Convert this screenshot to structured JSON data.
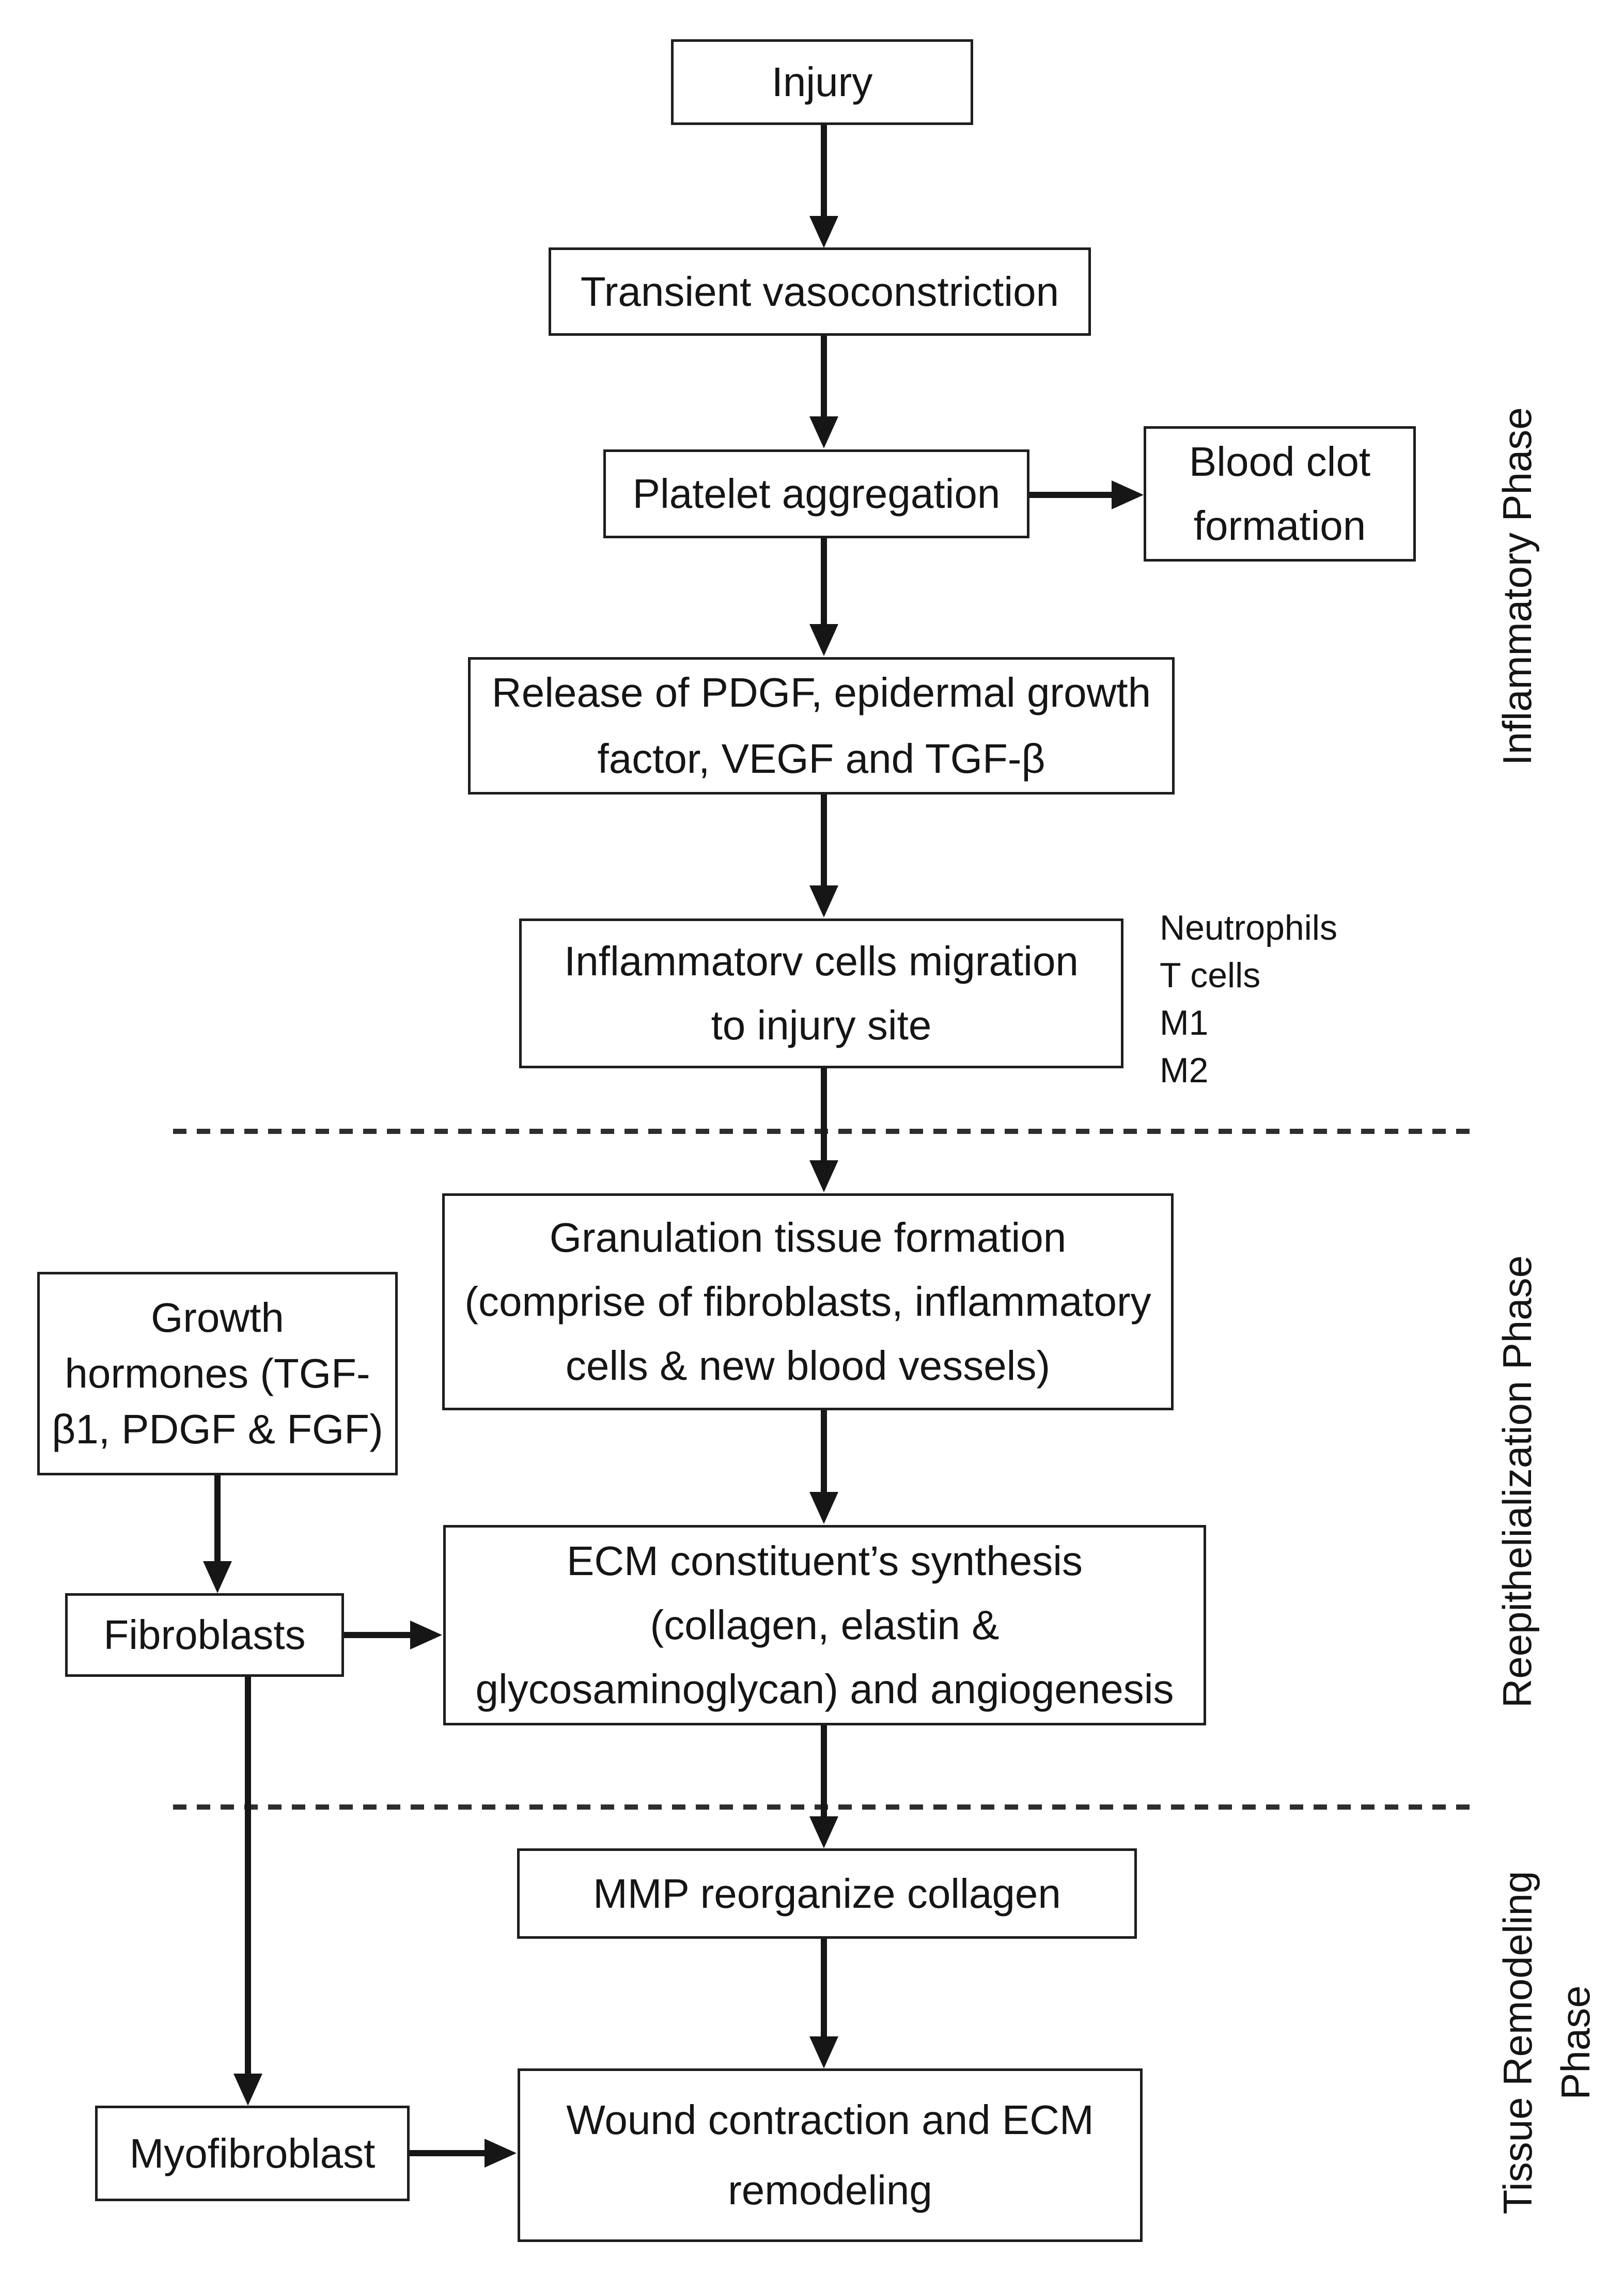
{
  "diagram": {
    "nodes": {
      "injury": "Injury",
      "transient_vasoconstriction": "Transient vasoconstriction",
      "platelet_aggregation": "Platelet aggregation",
      "blood_clot_formation": "Blood clot\nformation",
      "growth_factor_release": "Release of PDGF, epidermal growth\nfactor, VEGF and TGF-β",
      "inflammatory_cells_migration": "Inflammatorv cells migration\nto injury site",
      "granulation_tissue": "Granulation tissue formation\n(comprise of fibroblasts, inflammatory\ncells & new blood vessels)",
      "growth_hormones": "Growth\nhormones (TGF-\nβ1, PDGF & FGF)",
      "fibroblasts": "Fibroblasts",
      "ecm_synthesis": "ECM constituent’s synthesis\n(collagen, elastin &\nglycosaminoglycan) and angiogenesis",
      "mmp_reorganize_collagen": "MMP reorganize collagen",
      "myofibroblast": "Myofibroblast",
      "wound_contraction": "Wound contraction and ECM\nremodeling"
    },
    "inflammatory_cell_types": [
      "Neutrophils",
      "T cells",
      "M1",
      "M2"
    ],
    "phases": {
      "inflammatory": "Inflammatory Phase",
      "reepithelialization": "Reepithelialization Phase",
      "tissue_remodeling": "Tissue Remodeling\nPhase"
    },
    "colors": {
      "line": "#161616",
      "border": "#1e1e1e",
      "text": "#151515",
      "background": "#ffffff"
    }
  }
}
